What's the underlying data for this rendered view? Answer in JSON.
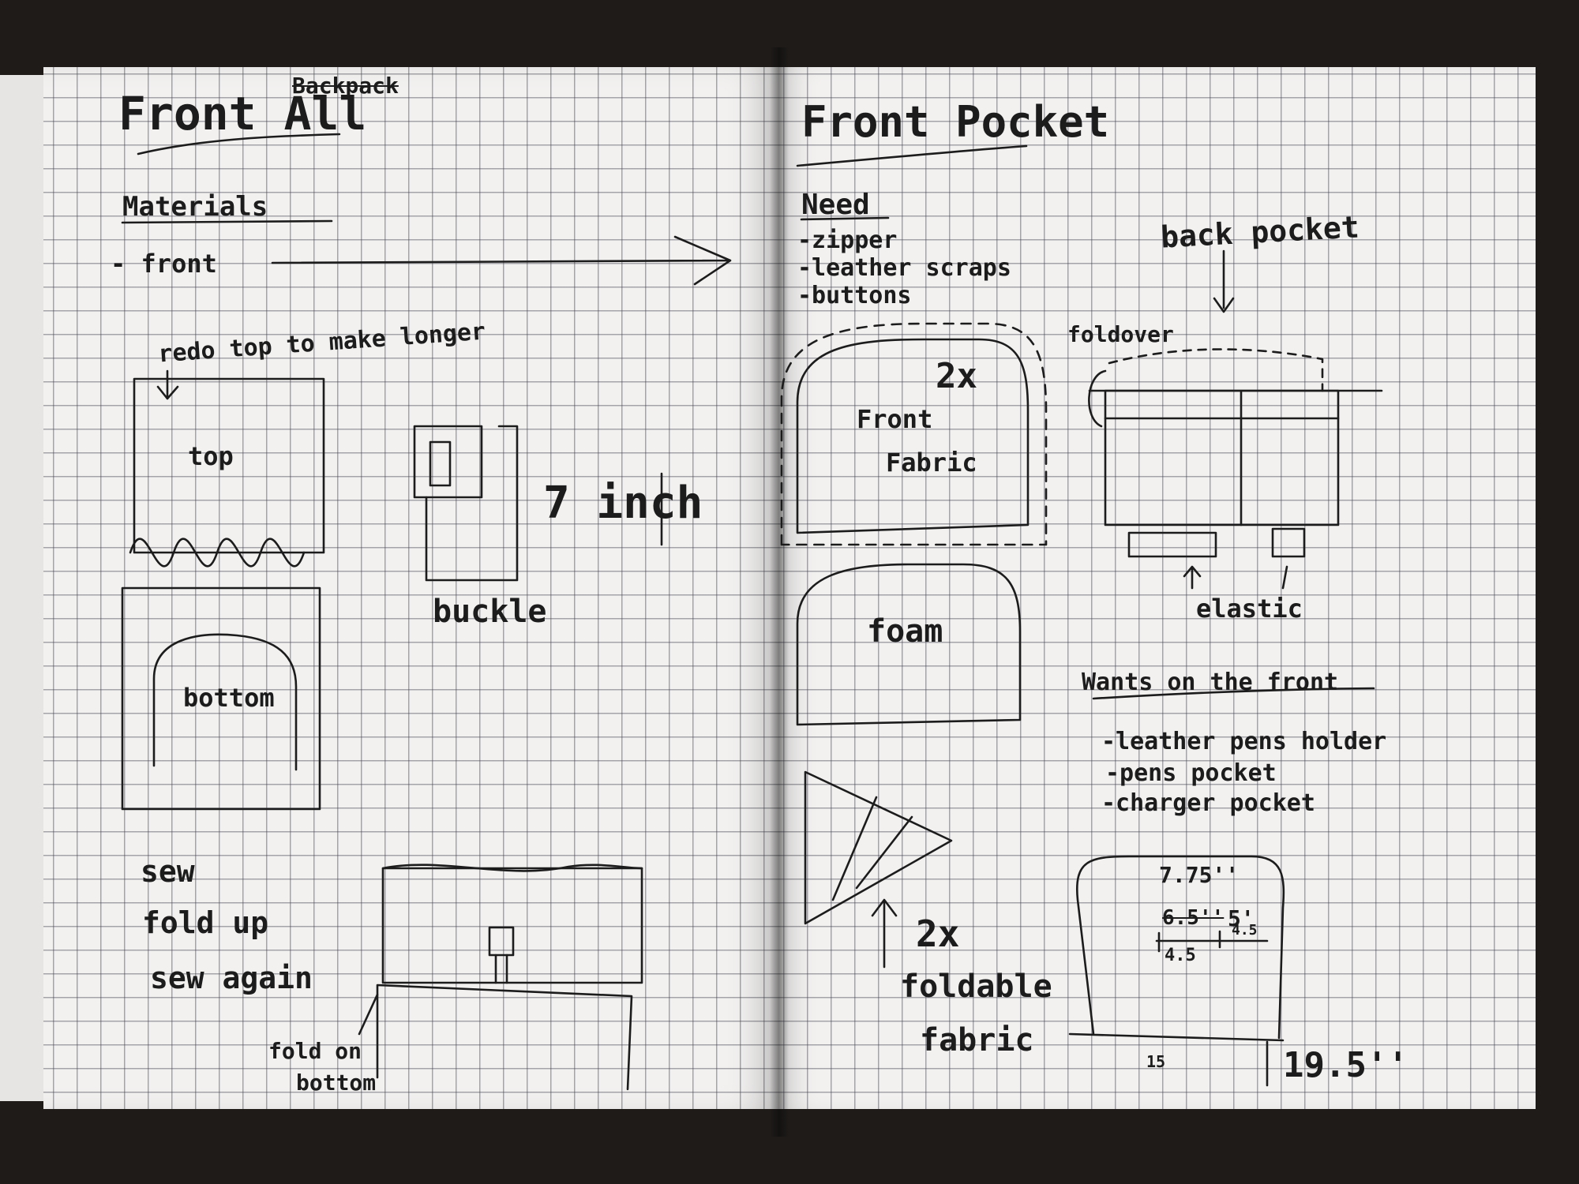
{
  "left_page": {
    "title": "Front All",
    "title_strike": "Backpack",
    "materials_heading": "Materials",
    "materials_item": "- front",
    "redo_note": "redo top to make longer",
    "top_label": "top",
    "bottom_label": "bottom",
    "buckle_label": "buckle",
    "inch_label": "7 inch",
    "steps": [
      "sew",
      "fold up",
      "sew again"
    ],
    "fold_label_1": "fold on",
    "fold_label_2": "bottom"
  },
  "right_page": {
    "title": "Front Pocket",
    "need_heading": "Need",
    "need_items": [
      "-zipper",
      "-leather scraps",
      "-buttons"
    ],
    "front_fabric_label_1": "Front",
    "front_fabric_label_2": "Fabric",
    "multiplier_1": "2x",
    "foam_label": "foam",
    "multiplier_2": "2x",
    "foldable_label_1": "foldable",
    "foldable_label_2": "fabric",
    "back_pocket_label": "back pocket",
    "foldover_label": "foldover",
    "elastic_label": "elastic",
    "wants_heading": "Wants on the front",
    "wants_items": [
      "-leather pens holder",
      "-pens pocket",
      "-charger pocket"
    ],
    "dim_1": "7.75''",
    "dim_2": "6.5''",
    "dim_3": "5'",
    "dim_4": "4.5",
    "dim_5": "4.5",
    "dim_6": "19.5''",
    "dim_7": "15"
  }
}
